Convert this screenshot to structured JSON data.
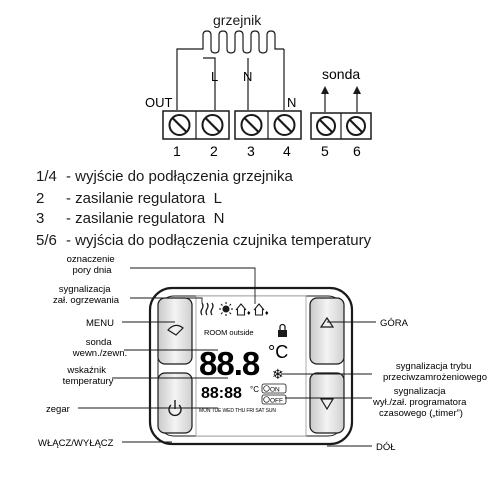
{
  "wiring": {
    "heater_label": "grzejnik",
    "sensor_label": "sonda",
    "out_label": "OUT",
    "l_label": "L",
    "n_label": "N",
    "n2_label": "N",
    "terminals": [
      "1",
      "2",
      "3",
      "4",
      "5",
      "6"
    ]
  },
  "legend": [
    {
      "code": "1/4",
      "text": "- wyjście do podłączenia grzejnika"
    },
    {
      "code": "2",
      "text": "- zasilanie regulatora  L"
    },
    {
      "code": "3",
      "text": "- zasilanie regulatora  N"
    },
    {
      "code": "5/6",
      "text": "- wyjścia do podłączenia czujnika temperatury"
    }
  ],
  "callouts_left": {
    "time_of_day": [
      "oznaczenie",
      "pory dnia"
    ],
    "heating": [
      "sygnalizacja",
      "zał. ogrzewania"
    ],
    "menu": "MENU",
    "probe": [
      "sonda",
      "wewn./zewn."
    ],
    "temp": [
      "wskaźnik",
      "temperatury"
    ],
    "clock": "zegar",
    "power": "WŁĄCZ/WYŁĄCZ"
  },
  "callouts_right": {
    "up": "GÓRA",
    "frost": [
      "sygnalizacja trybu",
      "przeciwzamrożeniowego"
    ],
    "timer": [
      "sygnalizacja",
      "wył./zał. programatora",
      "czasowego („timer”)"
    ],
    "down": "DÓŁ"
  },
  "display": {
    "room_text": "ROOM  outside",
    "temperature": "88.8",
    "unit": "°C",
    "time": "88:88",
    "time_unit": "°C",
    "days": "MON TUE WED THU FRI SAT SUN",
    "on_label": "ON",
    "off_label": "OFF"
  }
}
